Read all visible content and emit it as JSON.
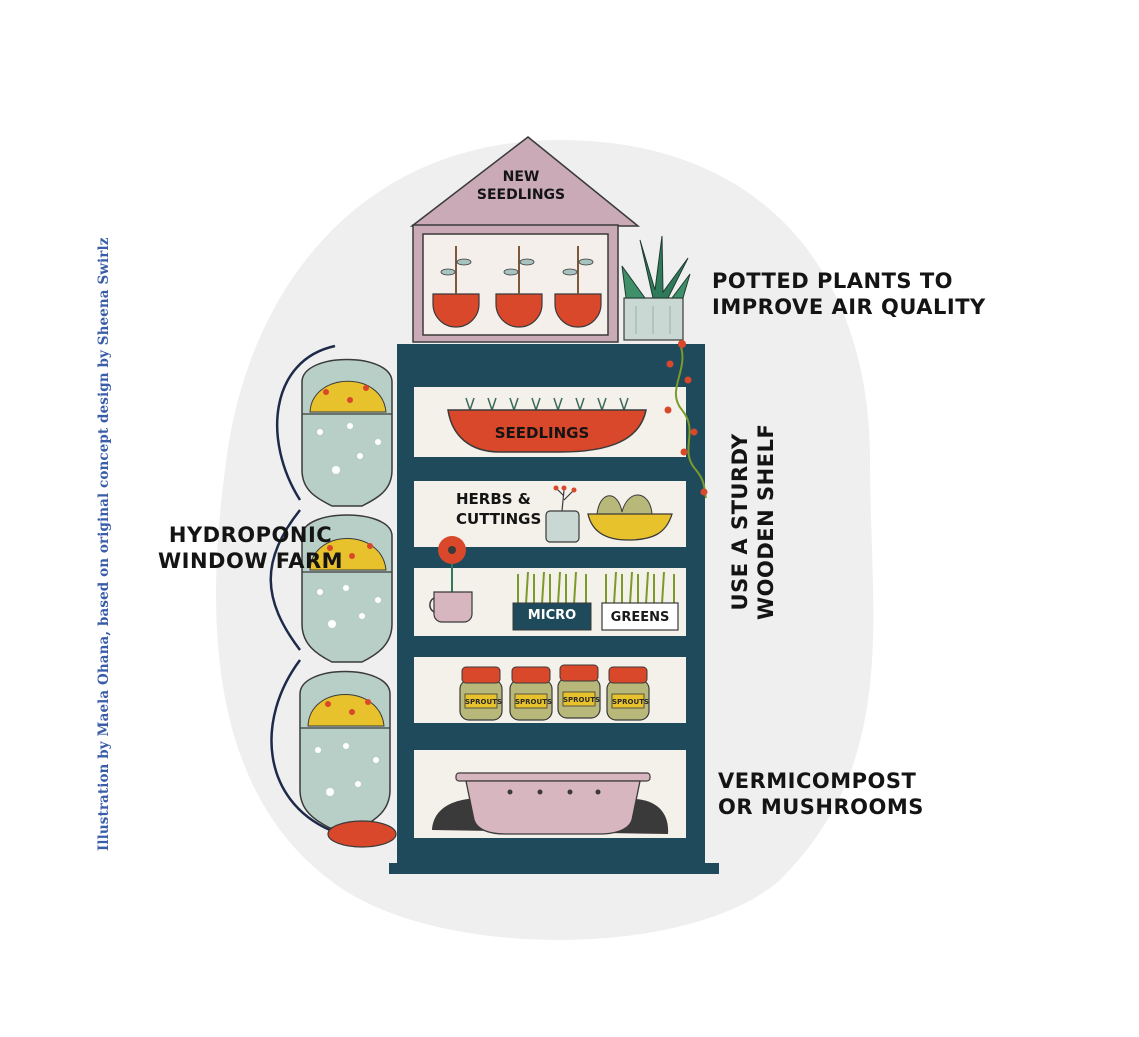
{
  "credit": "Illustration by Maela Ohana, based on original concept design by Sheena Swirlz",
  "colors": {
    "shelf": "#1e4a5c",
    "shelf_board": "#f4f0ea",
    "red": "#d9482a",
    "roof": "#c9aab6",
    "bottle": "#b8cfc8",
    "yellow": "#e8c22c",
    "credit_blue": "#3a5da8",
    "backdrop": "#efefef"
  },
  "labels": {
    "roof": [
      "NEW",
      "SEEDLINGS"
    ],
    "potted": [
      "POTTED PLANTS TO",
      "IMPROVE AIR QUALITY"
    ],
    "hydroponic": [
      "HYDROPONIC",
      "WINDOW FARM"
    ],
    "shelf": [
      "USE A STURDY",
      "WOODEN SHELF"
    ],
    "vermicompost": [
      "VERMICOMPOST",
      "OR MUSHROOMS"
    ]
  },
  "shelves": {
    "seedlings": "SEEDLINGS",
    "herbs": [
      "HERBS &",
      "CUTTINGS"
    ],
    "micro": "MICRO",
    "greens": "GREENS",
    "jars": [
      "SPROUTS",
      "SPROUTS",
      "SPROUTS",
      "SPROUTS"
    ]
  },
  "icons": [
    "seedling-pot-icon",
    "succulent-icon",
    "flower-mug-icon",
    "herb-jar-icon",
    "microgreens-tray-icon",
    "sprout-jar-icon",
    "compost-bin-icon",
    "bottle-planter-icon",
    "vine-icon"
  ]
}
